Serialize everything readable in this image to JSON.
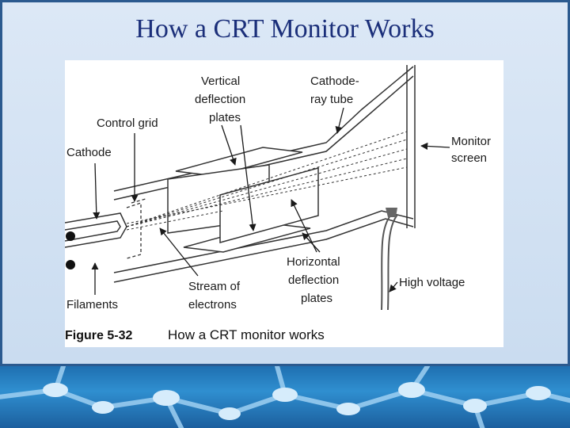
{
  "slide": {
    "title": "How a CRT Monitor Works"
  },
  "figure": {
    "labels": {
      "vertical_deflection": [
        "Vertical",
        "deflection",
        "plates"
      ],
      "cathode_ray_tube": [
        "Cathode-",
        "ray tube"
      ],
      "control_grid": [
        "Control grid"
      ],
      "cathode": [
        "Cathode"
      ],
      "monitor_screen": [
        "Monitor",
        "screen"
      ],
      "horizontal_deflection": [
        "Horizontal",
        "deflection",
        "plates"
      ],
      "stream_of_electrons": [
        "Stream of",
        "electrons"
      ],
      "high_voltage": [
        "High voltage"
      ],
      "filaments": [
        "Filaments"
      ]
    },
    "caption": {
      "number": "Figure 5-32",
      "text": "How a CRT monitor works"
    }
  },
  "colors": {
    "title": "#1b2f7a",
    "panel_border": "#2b5a8f",
    "footer": "#1f6fb0"
  }
}
